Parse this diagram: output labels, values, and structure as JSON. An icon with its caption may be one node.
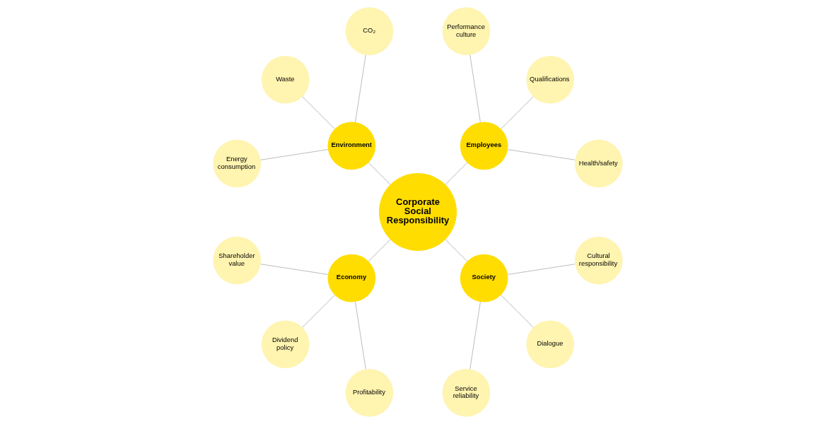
{
  "diagram": {
    "nodes": [
      {
        "text": [
          "Corporate Social Responsibility"
        ]
      },
      {
        "text": [
          "Employees"
        ]
      },
      {
        "text": [
          "Health/safety"
        ]
      },
      {
        "text": [
          "Qualifications"
        ]
      },
      {
        "text": [
          "Performance culture"
        ]
      },
      {
        "text": [
          "Environment"
        ]
      },
      {
        "text": [
          "CO₂"
        ]
      },
      {
        "text": [
          "Waste"
        ]
      },
      {
        "text": [
          "Energy consumption"
        ]
      },
      {
        "text": [
          "Economy"
        ]
      },
      {
        "text": [
          "Shareholder value"
        ]
      },
      {
        "text": [
          "Dividend policy"
        ]
      },
      {
        "text": [
          "Profitability"
        ]
      },
      {
        "text": [
          "Society"
        ]
      },
      {
        "text": [
          "Service reliability"
        ]
      },
      {
        "text": [
          "Dialogue"
        ]
      },
      {
        "text": [
          "Cultural responsibility"
        ]
      }
    ],
    "edges": [
      {
        "from": 0,
        "to": 1,
        "arrow": "none"
      },
      {
        "from": 1,
        "to": 2,
        "arrow": "none"
      },
      {
        "from": 1,
        "to": 3,
        "arrow": "none"
      },
      {
        "from": 1,
        "to": 4,
        "arrow": "none"
      },
      {
        "from": 0,
        "to": 5,
        "arrow": "none"
      },
      {
        "from": 5,
        "to": 6,
        "arrow": "none"
      },
      {
        "from": 5,
        "to": 7,
        "arrow": "none"
      },
      {
        "from": 5,
        "to": 8,
        "arrow": "none"
      },
      {
        "from": 0,
        "to": 9,
        "arrow": "none"
      },
      {
        "from": 9,
        "to": 10,
        "arrow": "none"
      },
      {
        "from": 9,
        "to": 11,
        "arrow": "none"
      },
      {
        "from": 9,
        "to": 12,
        "arrow": "none"
      },
      {
        "from": 0,
        "to": 13,
        "arrow": "none"
      },
      {
        "from": 13,
        "to": 14,
        "arrow": "none"
      },
      {
        "from": 13,
        "to": 15,
        "arrow": "none"
      },
      {
        "from": 13,
        "to": 16,
        "arrow": "none"
      }
    ]
  }
}
